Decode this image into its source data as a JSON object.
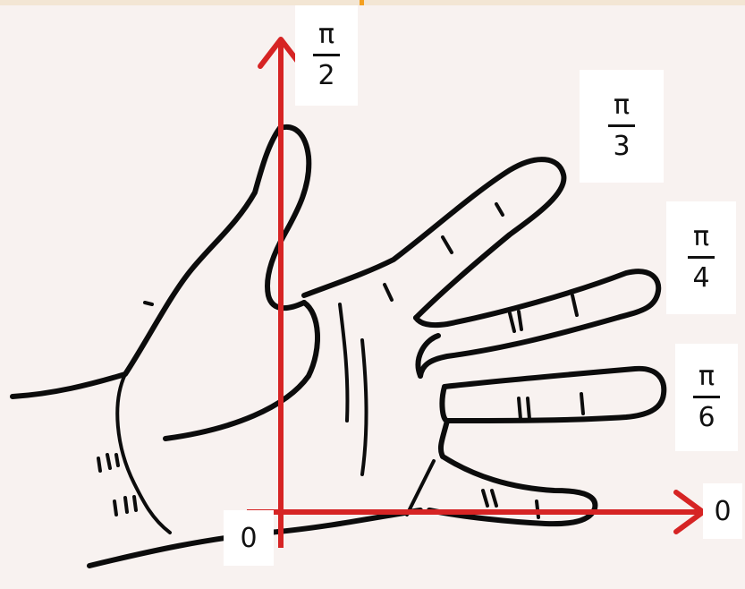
{
  "labels": {
    "pi_over_2": {
      "numerator": "π",
      "denominator": "2"
    },
    "pi_over_3": {
      "numerator": "π",
      "denominator": "3"
    },
    "pi_over_4": {
      "numerator": "π",
      "denominator": "4"
    },
    "pi_over_6": {
      "numerator": "π",
      "denominator": "6"
    },
    "origin": "0",
    "x_axis_end": "0"
  },
  "colors": {
    "axis": "#d62424",
    "outline": "#0c0c0c",
    "background": "#f8f2f0"
  }
}
